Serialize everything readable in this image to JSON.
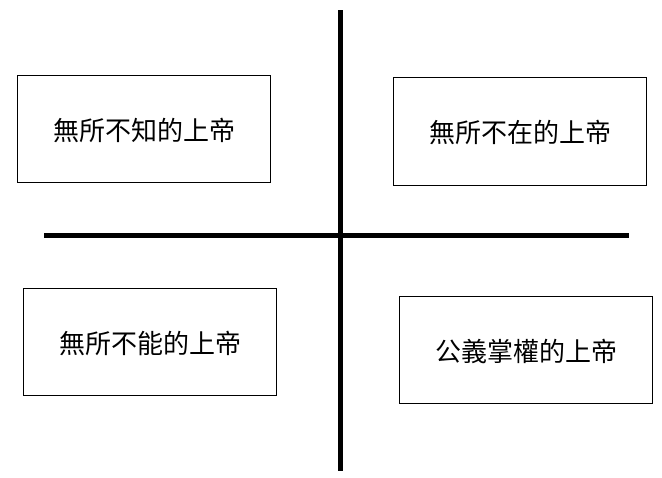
{
  "quadrants": [
    {
      "label": "無所不知的上帝"
    },
    {
      "label": "無所不在的上帝"
    },
    {
      "label": "無所不能的上帝"
    },
    {
      "label": "公義掌權的上帝"
    }
  ]
}
